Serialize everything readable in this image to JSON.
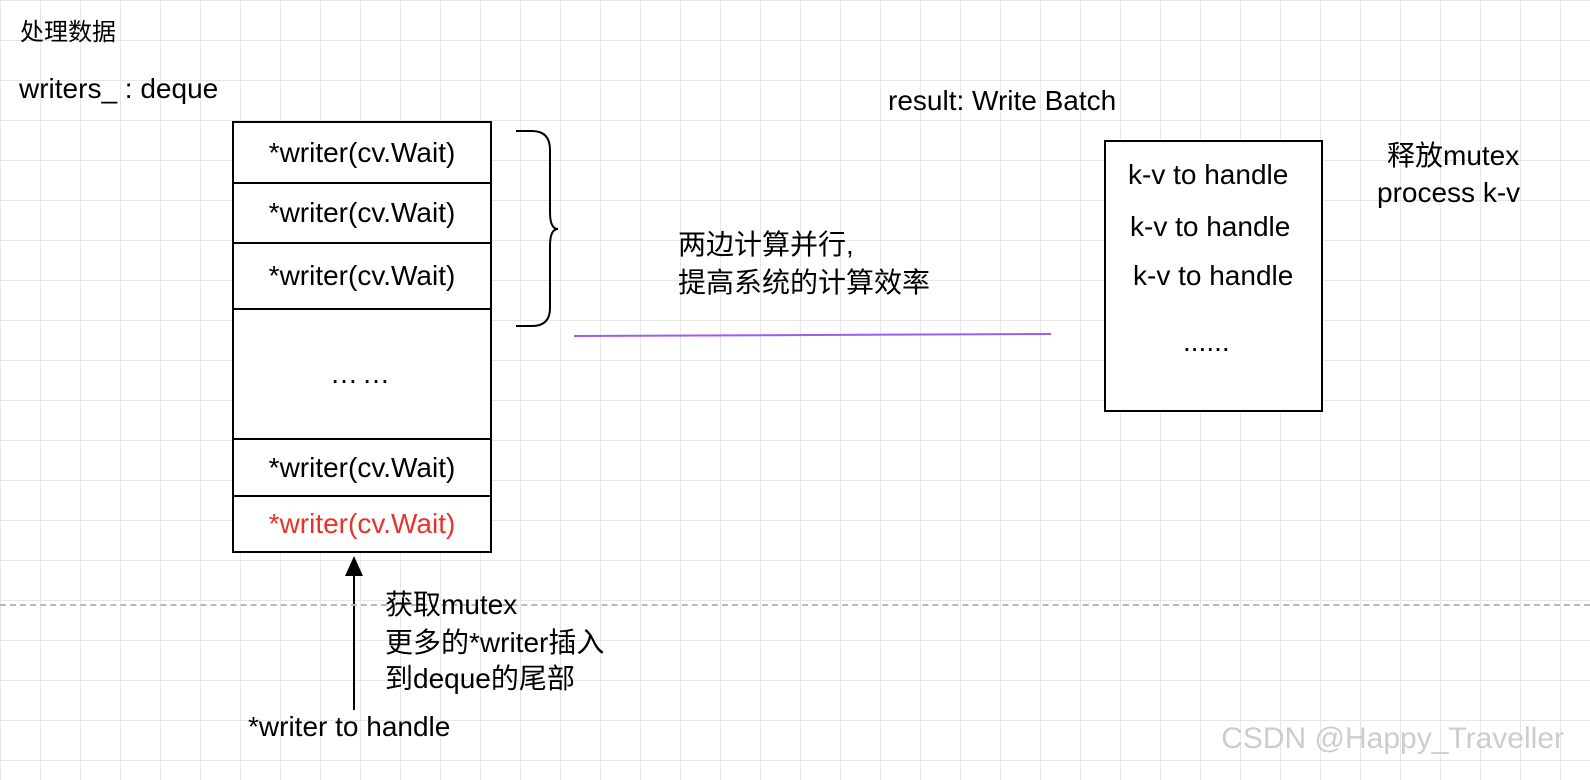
{
  "title": "处理数据",
  "deque_label": "writers_ : deque",
  "deque_cells": [
    "*writer(cv.Wait)",
    "*writer(cv.Wait)",
    "*writer(cv.Wait)",
    "……",
    "*writer(cv.Wait)",
    "*writer(cv.Wait)"
  ],
  "highlight_color": "#e8332a",
  "parallel_note": [
    "两边计算并行,",
    "提高系统的计算效率"
  ],
  "connector_color": "#a05bf0",
  "result_label": "result: Write Batch",
  "batch_items": [
    "k-v to handle",
    "k-v to handle",
    "k-v to handle",
    "......"
  ],
  "release_note": [
    "释放mutex",
    "process k-v"
  ],
  "acquire_note": [
    "获取mutex",
    "更多的*writer插入",
    "到deque的尾部"
  ],
  "incoming_label": "*writer to handle",
  "watermark": "CSDN @Happy_Traveller"
}
